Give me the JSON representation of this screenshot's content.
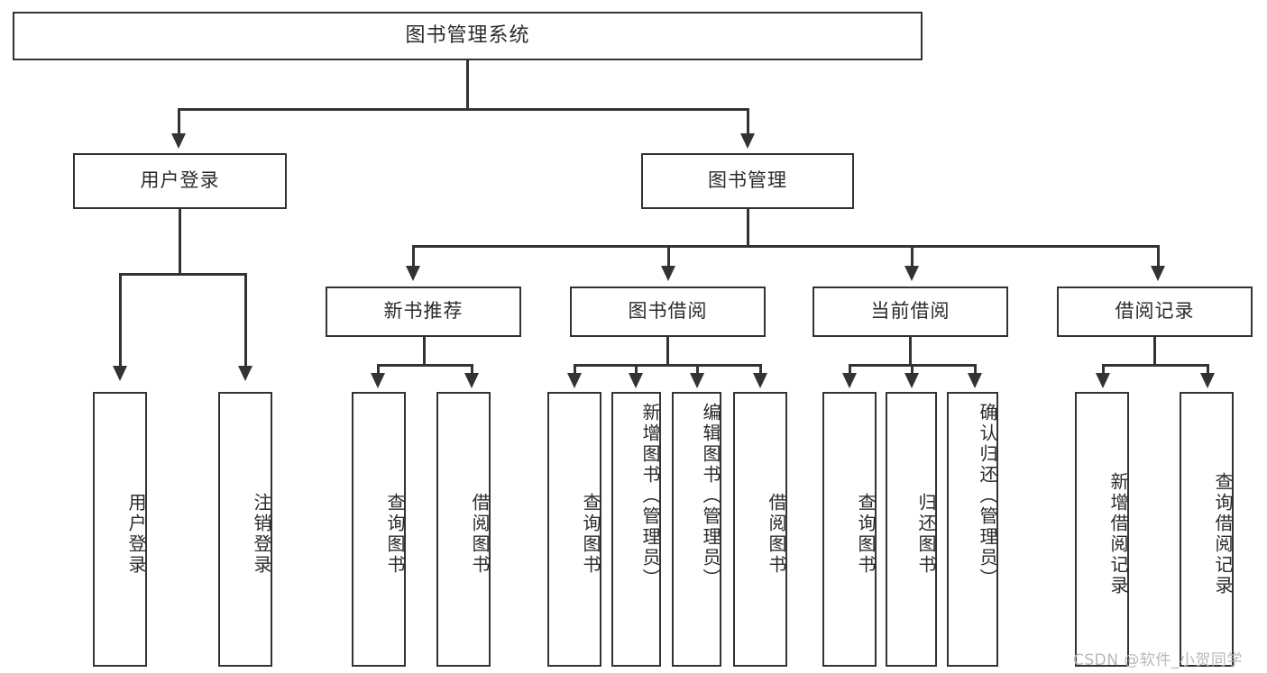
{
  "diagram": {
    "title": "图书管理系统",
    "type": "tree-hierarchy-chart",
    "root": {
      "label": "图书管理系统"
    },
    "level2": [
      {
        "label": "用户登录"
      },
      {
        "label": "图书管理"
      }
    ],
    "level3": [
      {
        "label": "新书推荐"
      },
      {
        "label": "图书借阅"
      },
      {
        "label": "当前借阅"
      },
      {
        "label": "借阅记录"
      }
    ],
    "leaves": {
      "user_login": [
        {
          "label": "用户登录"
        },
        {
          "label": "注销登录"
        }
      ],
      "new_book_recommend": [
        {
          "label": "查询图书"
        },
        {
          "label": "借阅图书"
        }
      ],
      "book_borrow": [
        {
          "label": "查询图书"
        },
        {
          "label": "新增图书（管理员）"
        },
        {
          "label": "编辑图书（管理员）"
        },
        {
          "label": "借阅图书"
        }
      ],
      "current_borrow": [
        {
          "label": "查询图书"
        },
        {
          "label": "归还图书"
        },
        {
          "label": "确认归还（管理员）"
        }
      ],
      "borrow_record": [
        {
          "label": "新增借阅记录"
        },
        {
          "label": "查询借阅记录"
        }
      ]
    }
  },
  "watermark": {
    "text": "CSDN @软件_小贺同学"
  },
  "colors": {
    "stroke": "#333333",
    "background": "#ffffff",
    "text": "#2b2b2b",
    "watermark": "#b9b9b9"
  }
}
